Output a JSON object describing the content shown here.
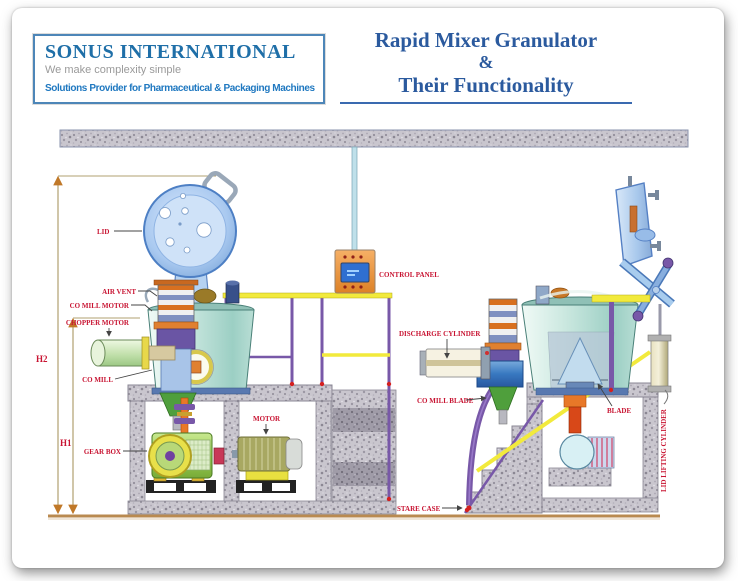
{
  "header": {
    "logo": {
      "company": "SONUS INTERNATIONAL",
      "tagline": "We make complexity simple",
      "subtitle": "Solutions Provider for Pharmaceutical & Packaging Machines"
    },
    "title": {
      "line1": "Rapid Mixer Granulator",
      "line2": "&",
      "line3": "Their Functionality"
    }
  },
  "diagram": {
    "labels": {
      "lid": "LID",
      "air_vent": "AIR VENT",
      "co_mill_motor": "CO MILL MOTOR",
      "chopper_motor": "CHOPPER MOTOR",
      "co_mill": "CO MILL",
      "gear_box": "GEAR BOX",
      "motor": "MOTOR",
      "h2": "H2",
      "h1": "H1",
      "control_panel": "CONTROL PANEL",
      "discharge_cylinder": "DISCHARGE CYLINDER",
      "co_mill_blade": "CO MILL BLADE",
      "blade": "BLADE",
      "stare_case": "STARE CASE",
      "lid_lifting_cylinder": "LID LIFTING CYLINDER"
    },
    "colors": {
      "label_red": "#c81432",
      "title_blue": "#2b5a9e",
      "logo_blue": "#1f6fa8",
      "railing_yellow": "#f2ea3c",
      "railing_purple": "#7858a8",
      "panel_orange": "#e8923c",
      "bowl_teal": "#9ccfc4",
      "floor_tan": "#b98a50"
    }
  }
}
